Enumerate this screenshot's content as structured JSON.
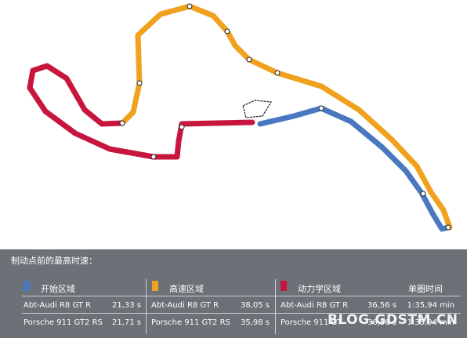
{
  "colors": {
    "blue": "#4a78c0",
    "orange": "#f0a21e",
    "red": "#c8153e",
    "panel": "#6b7177"
  },
  "panel": {
    "title": "制动点前的最高时速：",
    "headers": {
      "start_zone": "开始区域",
      "high_speed_zone": "高速区域",
      "dynamic_zone": "动力学区域",
      "lap_time": "单圈时间"
    },
    "rows": [
      {
        "car1": "Abt-Audi R8 GT R",
        "t1": "21,33 s",
        "car2": "Abt-Audi R8 GT R",
        "t2": "38,05 s",
        "car3": "Abt-Audi R8 GT R",
        "t3": "36,56 s",
        "lap": "1:35,94 min"
      },
      {
        "car1": "Porsche 911 GT2 RS",
        "t1": "21,71 s",
        "car2": "Porsche 911 GT2 RS",
        "t2": "35,98 s",
        "car3": "Porsche 911 GT",
        "t3": "36,56 s",
        "lap": "1:35,94 min"
      }
    ]
  },
  "watermark": "BLOG.GDSTM.CN"
}
